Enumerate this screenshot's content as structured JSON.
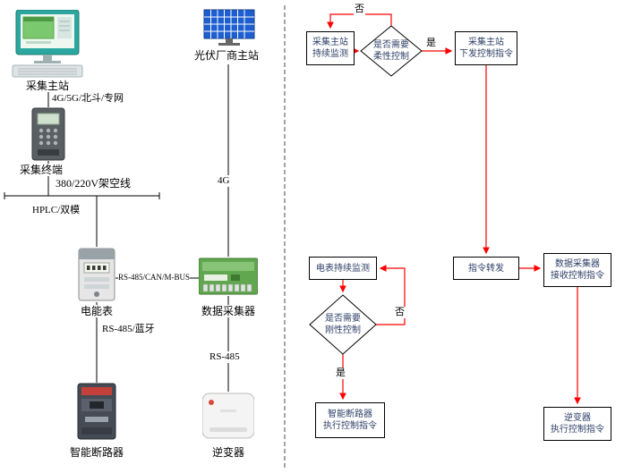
{
  "diagram": {
    "left": {
      "nodes": {
        "collection_master": "采集主站",
        "pv_master": "光伏厂商主站",
        "collection_terminal": "采集终端",
        "energy_meter": "电能表",
        "data_collector": "数据采集器",
        "smart_breaker": "智能断路器",
        "inverter": "逆变器"
      },
      "links": {
        "wan": "4G/5G/北斗/专网",
        "overhead_line": "380/220V架空线",
        "hplc": "HPLC/双模",
        "meter_bus": "RS-485/CAN/M-BUS",
        "cellular": "4G",
        "breaker_link": "RS-485/蓝牙",
        "inverter_link": "RS-485"
      },
      "icons": {
        "collection_master": "desktop-computer-icon",
        "pv_master": "solar-panel-icon",
        "collection_terminal": "collection-terminal-icon",
        "energy_meter": "energy-meter-icon",
        "data_collector": "data-collector-icon",
        "smart_breaker": "circuit-breaker-icon",
        "inverter": "inverter-icon"
      }
    },
    "flow": {
      "boxes": {
        "master_monitor": {
          "line1": "采集主站",
          "line2": "持续监测"
        },
        "flexible_decision": {
          "line1": "是否需要",
          "line2": "柔性控制"
        },
        "master_command": {
          "line1": "采集主站",
          "line2": "下发控制指令"
        },
        "command_forward": {
          "line1": "指令转发"
        },
        "collector_receive": {
          "line1": "数据采集器",
          "line2": "接收控制指令"
        },
        "inverter_execute": {
          "line1": "逆变器",
          "line2": "执行控制指令"
        },
        "meter_monitor": {
          "line1": "电表持续监测"
        },
        "rigid_decision": {
          "line1": "是否需要",
          "line2": "刚性控制"
        },
        "breaker_execute": {
          "line1": "智能断路器",
          "line2": "执行控制指令"
        }
      },
      "branch_labels": {
        "flexible_no": "否",
        "flexible_yes": "是",
        "rigid_no": "否",
        "rigid_yes": "是"
      }
    },
    "colors": {
      "flow_arrow": "#fe0000",
      "wire": "#000000",
      "box_border": "#000000",
      "box_text": "#2d3f66"
    }
  }
}
